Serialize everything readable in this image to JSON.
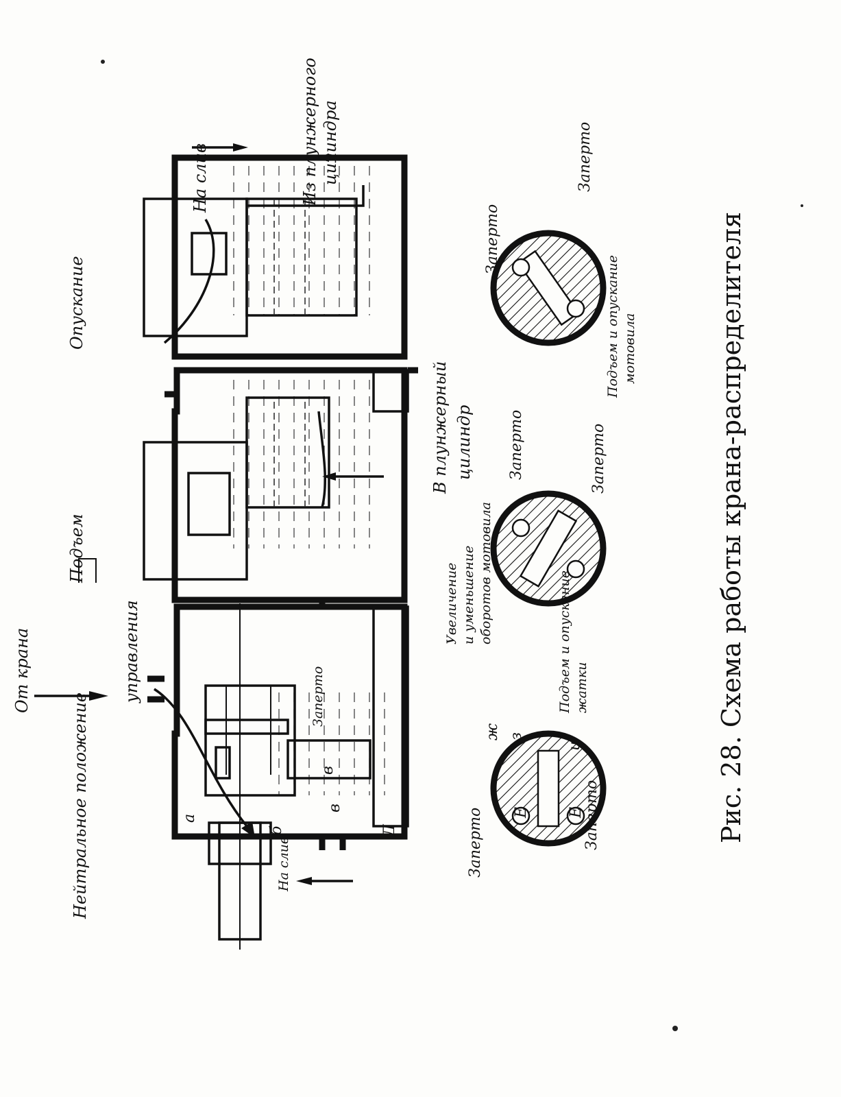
{
  "caption": "Рис. 28. Схема работы крана-распределителя",
  "titles": {
    "neutral": "Нейтральное положение",
    "lift": "Подъем",
    "lower": "Опускание"
  },
  "labels": {
    "from_crane_1": "От крана",
    "from_crane_2": "управления",
    "drain_1": "На слив",
    "drain_2": "На слив",
    "closed_1": "Заперто",
    "to_plunger_1": "В плунжерный",
    "to_plunger_2": "цилиндр",
    "from_plunger_1": "Из плунжерного",
    "from_plunger_2": "цилиндра"
  },
  "letters": [
    "а",
    "б",
    "в",
    "в",
    "Д"
  ],
  "valves": {
    "v1": {
      "closed_left": "Заперто",
      "closed_right": "Заперто",
      "letter_zh": "ж",
      "letter_z": "з",
      "letter_i": "и",
      "letter_e1": "Е",
      "letter_e2": "Е",
      "purpose_1": "Подъем и опускание",
      "purpose_2": "жатки"
    },
    "v2": {
      "closed_top": "Заперто",
      "closed_right": "Заперто",
      "purpose_1": "Увеличение",
      "purpose_2": "и уменьшение",
      "purpose_3": "оборотов мотовила"
    },
    "v3": {
      "closed_left": "Заперто",
      "closed_right": "Заперто",
      "purpose_1": "Подъем и опускание",
      "purpose_2": "мотовила"
    }
  }
}
